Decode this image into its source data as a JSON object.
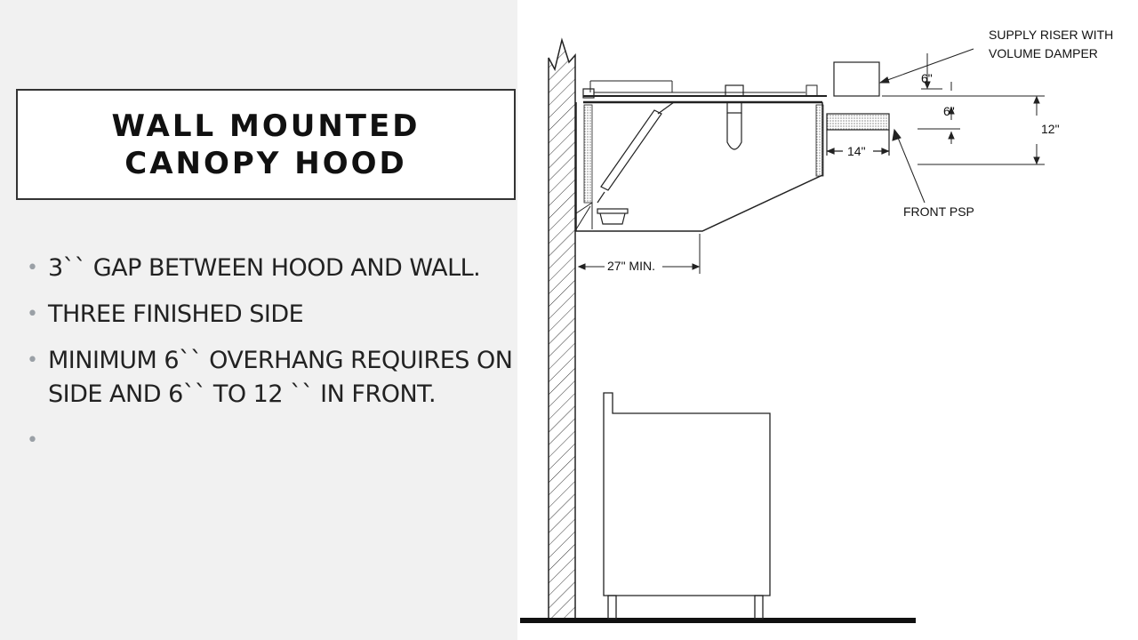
{
  "slide": {
    "title_line1": "WALL MOUNTED",
    "title_line2": "CANOPY HOOD",
    "bullets": [
      "3`` GAP BETWEEN HOOD AND WALL.",
      "THREE FINISHED SIDE",
      "MINIMUM 6`` OVERHANG REQUIRES ON SIDE AND 6`` TO 12 `` IN FRONT.",
      ""
    ],
    "bullet_marker": "•"
  },
  "diagram": {
    "labels": {
      "supply_riser_line1": "SUPPLY RISER WITH",
      "supply_riser_line2": "VOLUME DAMPER",
      "dim_6_top": "6\"",
      "dim_6_mid": "6\"",
      "dim_12": "12\"",
      "dim_14": "14\"",
      "front_psp": "FRONT PSP",
      "dim_27_min": "27\" MIN."
    }
  }
}
